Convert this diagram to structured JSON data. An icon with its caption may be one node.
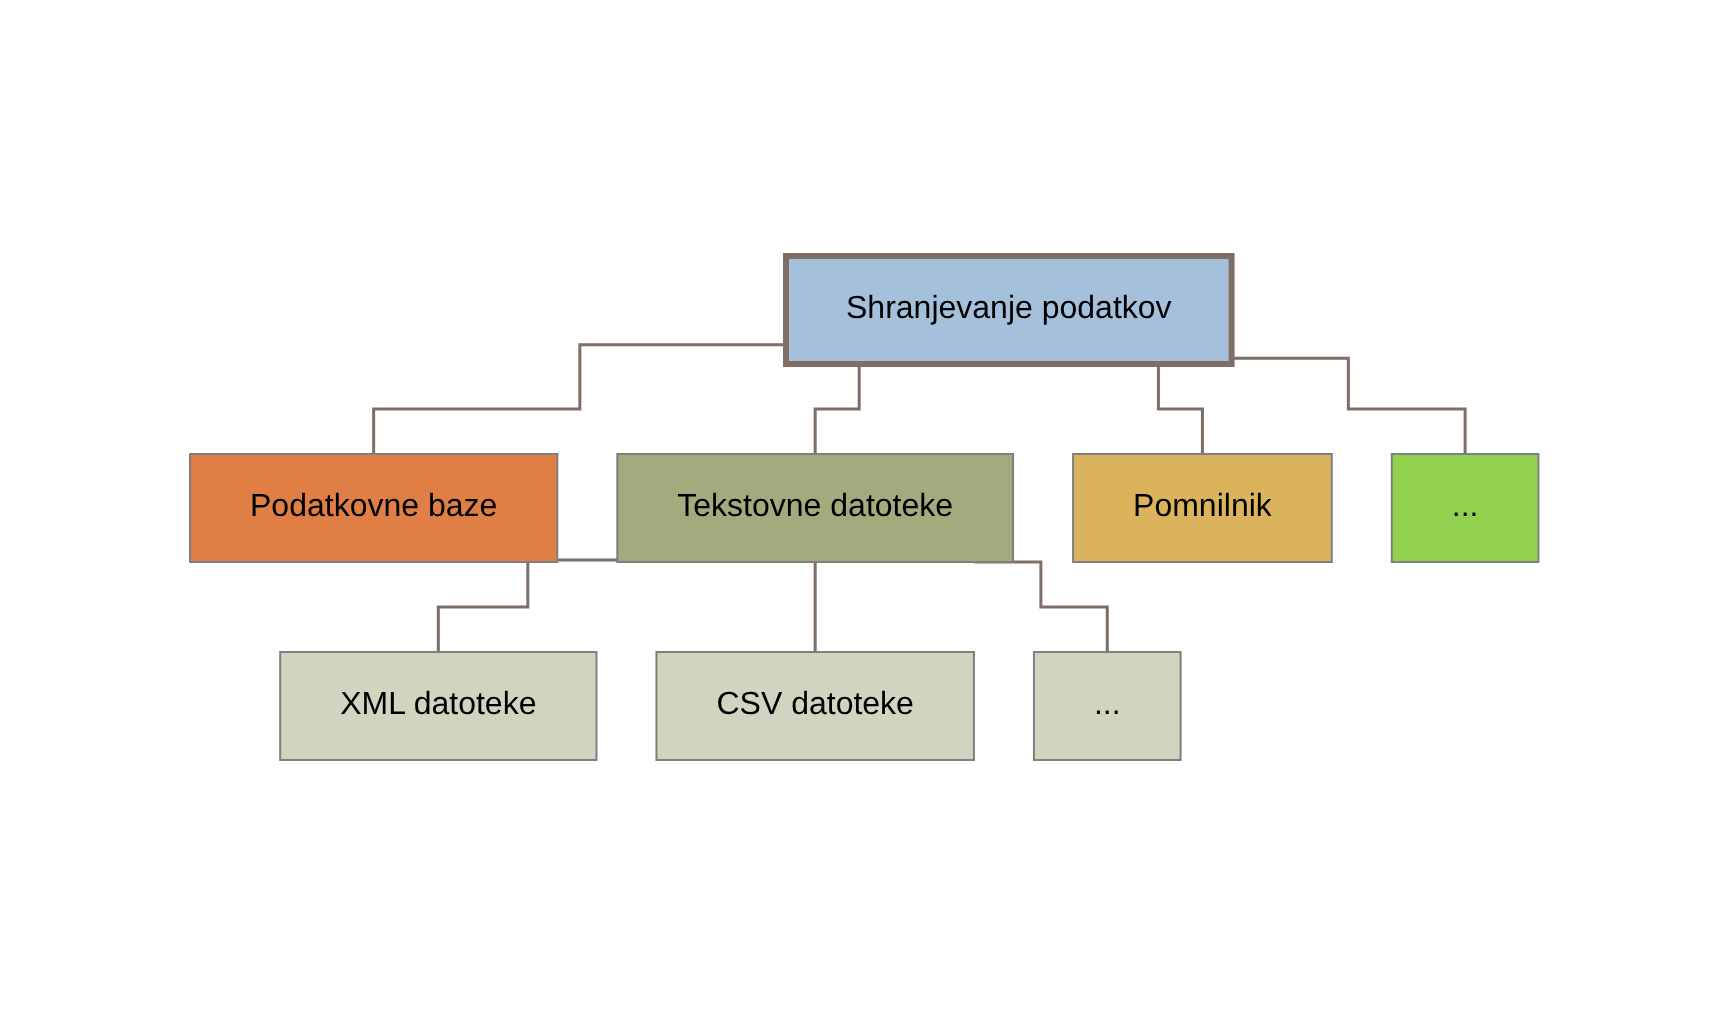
{
  "diagram": {
    "nodes": [
      {
        "text": [
          "Shranjevanje podatkov"
        ]
      },
      {
        "text": [
          "Podatkovne baze"
        ]
      },
      {
        "text": [
          "Tekstovne datoteke"
        ]
      },
      {
        "text": [
          "Pomnilnik"
        ]
      },
      {
        "text": [
          "..."
        ]
      },
      {
        "text": [
          "XML datoteke"
        ]
      },
      {
        "text": [
          "CSV datoteke"
        ]
      },
      {
        "text": [
          "..."
        ]
      }
    ],
    "edges": [
      {
        "from": 0,
        "to": 1,
        "arrow": "none"
      },
      {
        "from": 0,
        "to": 2,
        "arrow": "none"
      },
      {
        "from": 0,
        "to": 3,
        "arrow": "none"
      },
      {
        "from": 0,
        "to": 4,
        "arrow": "none"
      },
      {
        "from": 2,
        "to": 5,
        "arrow": "none"
      },
      {
        "from": 2,
        "to": 6,
        "arrow": "none"
      },
      {
        "from": 2,
        "to": 7,
        "arrow": "none"
      }
    ]
  }
}
